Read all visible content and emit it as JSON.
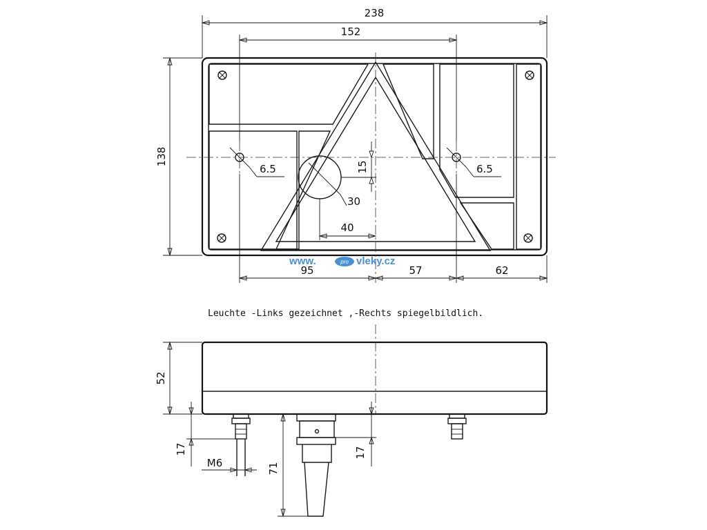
{
  "top_view": {
    "dim_width": "238",
    "dim_inner_width": "152",
    "dim_height": "138",
    "dim_hole_left": "6.5",
    "dim_hole_right": "6.5",
    "dim_offset_15": "15",
    "dim_circle": "30",
    "dim_40": "40",
    "dim_95": "95",
    "dim_57": "57",
    "dim_62": "62"
  },
  "watermark": {
    "prefix": "www.",
    "badge": "pro",
    "suffix": "vleky.cz",
    "badge_color": "#4a8fd6"
  },
  "note": "Leuchte -Links gezeichnet ,-Rechts spiegelbildlich.",
  "side_view": {
    "dim_height": "52",
    "dim_stud_length": "17",
    "dim_thread": "M6",
    "dim_connector": "71",
    "dim_connector_offset": "17"
  }
}
